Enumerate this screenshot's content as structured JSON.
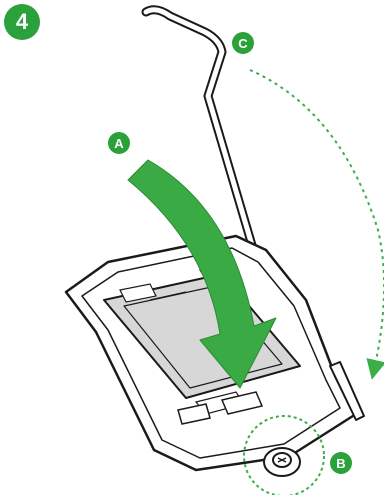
{
  "step": {
    "number": "4"
  },
  "markers": {
    "a": "A",
    "b": "B",
    "c": "C"
  },
  "colors": {
    "accent_green": "#2aa13a",
    "arrow_green": "#3aaa45",
    "dash_green": "#3cae48",
    "outline": "#1a1a1a",
    "plate_fill": "#ffffff",
    "socket_fill": "#d7d7d7"
  },
  "icons": {
    "main_arrow": "arrow-down-curved-icon",
    "rotation_arrow": "dashed-rotation-arrow-icon",
    "focus_circle": "dashed-focus-circle-icon",
    "screw": "screw-icon"
  }
}
